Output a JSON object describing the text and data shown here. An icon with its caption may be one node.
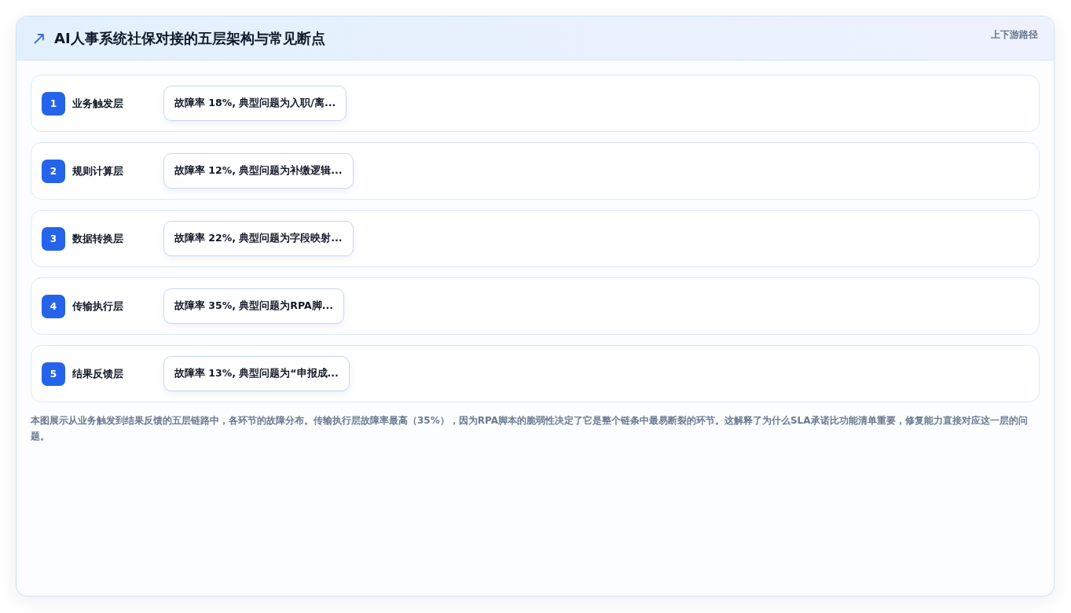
{
  "diagram": {
    "title": "AI人事系统社保对接的五层架构与常见断点",
    "caption": "本图展示从业务触发到结果反馈的五层链路中，各环节的故障分布。传输执行层故障率最高（35%），因为RPA脚本的脆弱性决定了它是整个链条中最易断裂的环节。这解释了为什么SLA承诺比功能清单重要，修复能力直接对应这一层的问题。",
    "nodes": [
      {
        "text": [
          "业务触发层"
        ]
      },
      {
        "text": [
          "1"
        ],
        "in": 0
      },
      {
        "text": [
          "故障率 18%, 典型问题为入职/离..."
        ],
        "in": 0
      },
      {
        "text": [
          "规则计算层"
        ]
      },
      {
        "text": [
          "2"
        ],
        "in": 3
      },
      {
        "text": [
          "故障率 12%, 典型问题为补缴逻辑..."
        ],
        "in": 3
      },
      {
        "text": [
          "数据转换层"
        ]
      },
      {
        "text": [
          "3"
        ],
        "in": 6
      },
      {
        "text": [
          "故障率 22%, 典型问题为字段映射..."
        ],
        "in": 6
      },
      {
        "text": [
          "传输执行层"
        ]
      },
      {
        "text": [
          "4"
        ],
        "in": 9
      },
      {
        "text": [
          "故障率 35%, 典型问题为RPA脚..."
        ],
        "in": 9
      },
      {
        "text": [
          "结果反馈层"
        ]
      },
      {
        "text": [
          "5"
        ],
        "in": 12
      },
      {
        "text": [
          "故障率 13%, 典型问题为“申报成..."
        ],
        "in": 12
      }
    ],
    "labels": [
      "上下游路径"
    ]
  }
}
